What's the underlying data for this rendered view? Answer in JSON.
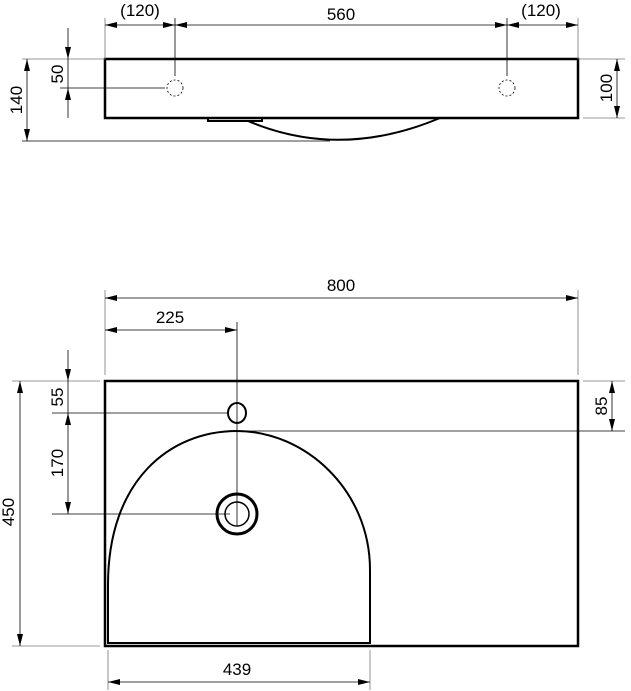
{
  "top_view": {
    "dim_left_offset": "(120)",
    "dim_hole_spacing": "560",
    "dim_right_offset": "(120)",
    "dim_total_height": "140",
    "dim_hole_depth": "50",
    "dim_body_height": "100"
  },
  "plan_view": {
    "dim_width": "800",
    "dim_tap_offset": "225",
    "dim_tap_from_back": "55",
    "dim_tap_to_drain": "170",
    "dim_depth": "450",
    "dim_back_to_bowl": "85",
    "dim_bowl_width": "439"
  }
}
